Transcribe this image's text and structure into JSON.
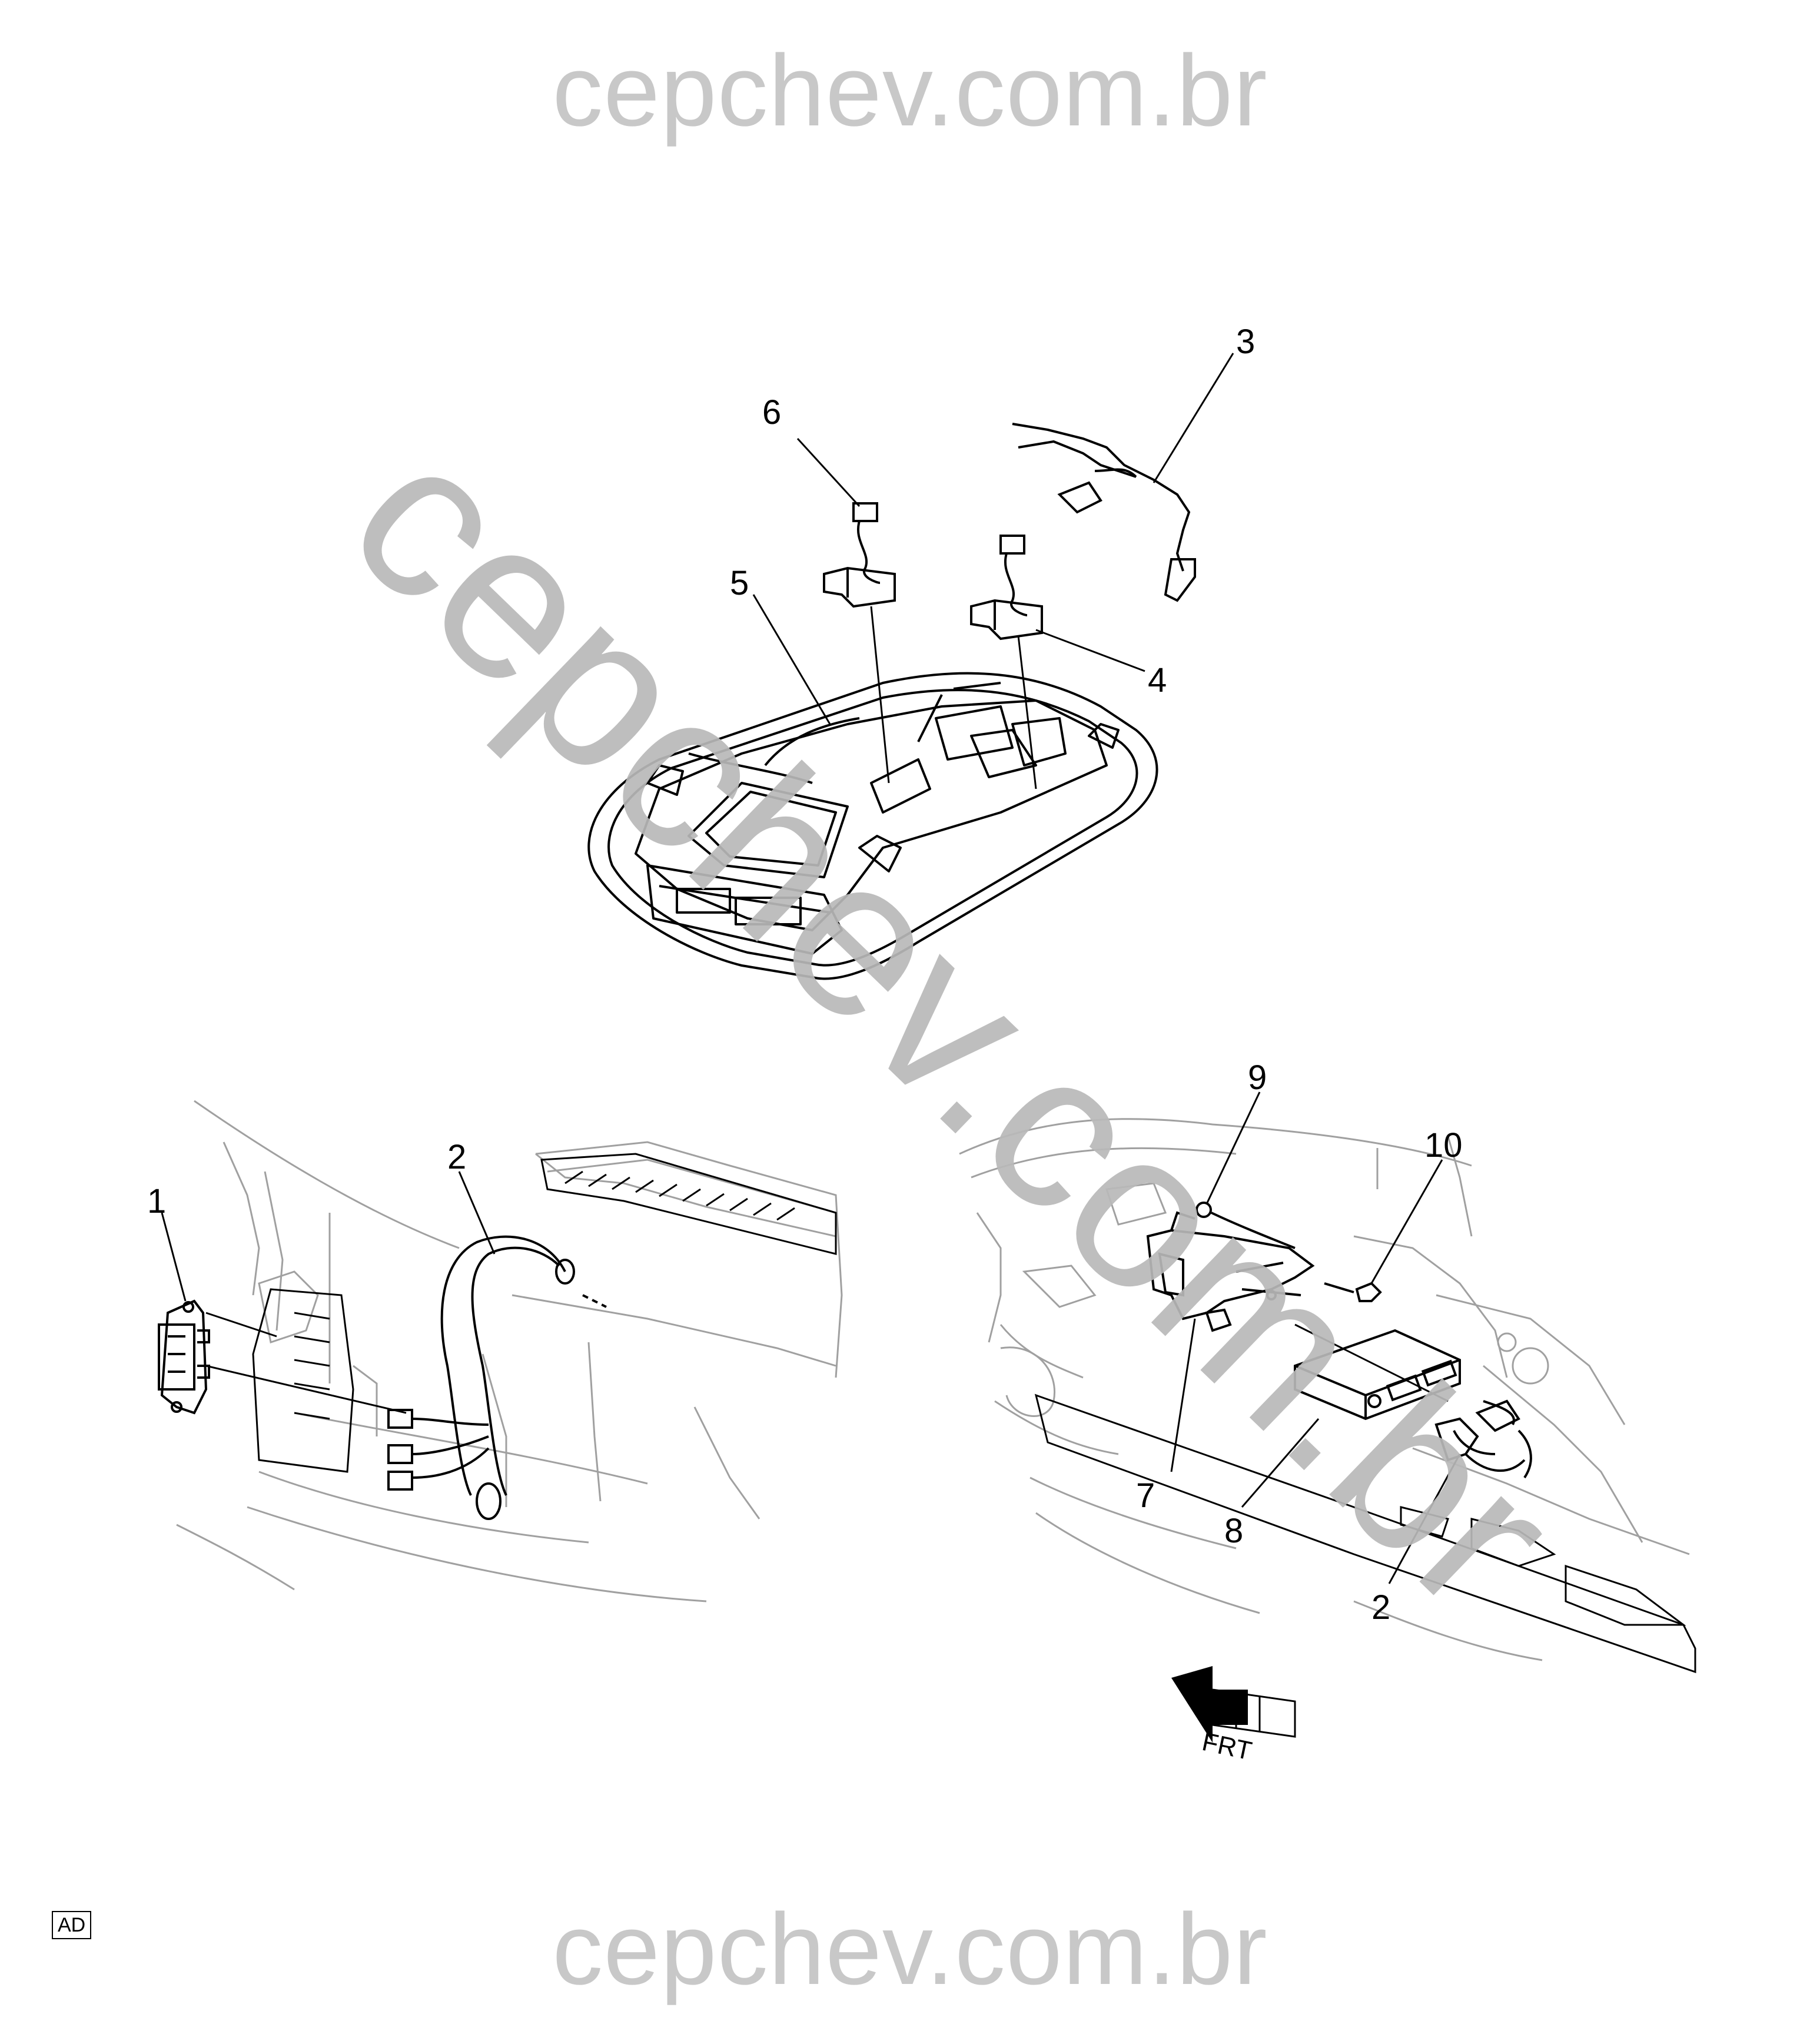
{
  "watermark": {
    "top": "cepchev.com.br",
    "bottom": "cepchev.com.br",
    "diagonal": "cepchev.com.br"
  },
  "corner_tag": "AD",
  "direction_arrow": "FRT",
  "callouts": [
    "1",
    "2",
    "3",
    "4",
    "5",
    "6",
    "7",
    "8",
    "9",
    "10",
    "2"
  ],
  "colors": {
    "line": "#000000",
    "light_line": "#9a9a9a",
    "watermark": "#c8c8c8"
  }
}
